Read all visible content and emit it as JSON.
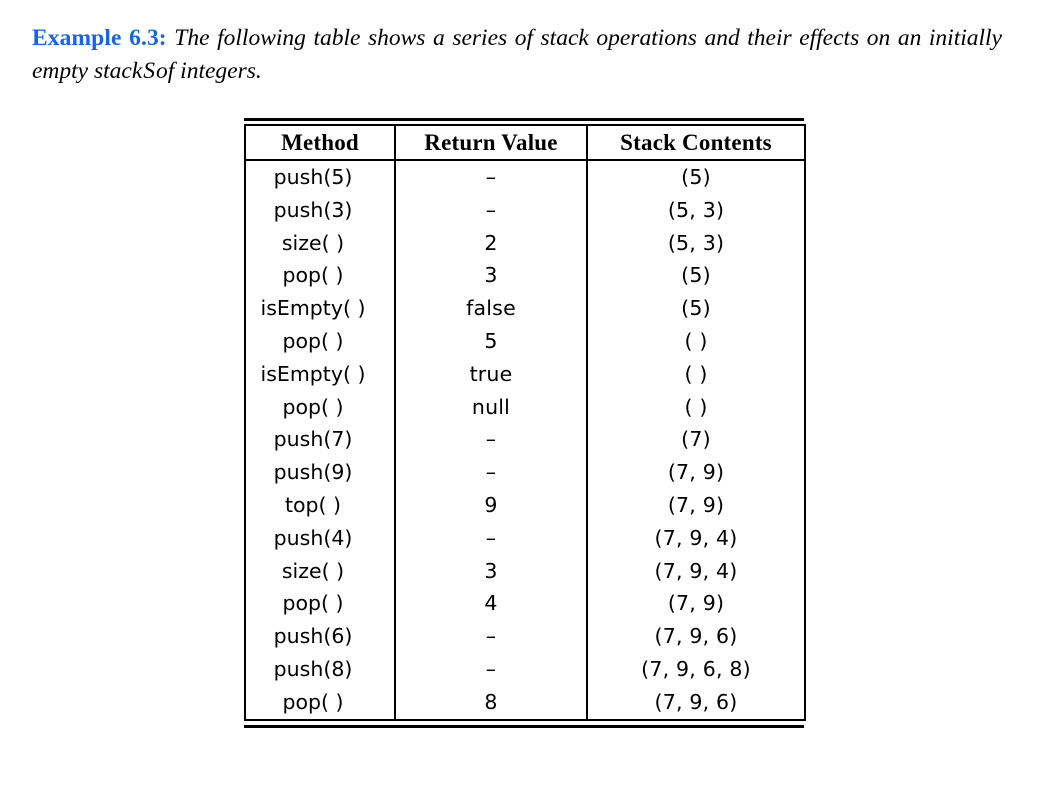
{
  "caption": {
    "lead": "Example 6.3:",
    "text_before_var": "The following table shows a series of stack operations and their effects on an initially empty stack",
    "variable": "S",
    "text_after_var": "of integers.",
    "lead_color": "#1464f0"
  },
  "table": {
    "headers": [
      "Method",
      "Return Value",
      "Stack Contents"
    ],
    "rows": [
      {
        "method": "push(5)",
        "return": "–",
        "contents": "(5)"
      },
      {
        "method": "push(3)",
        "return": "–",
        "contents": "(5, 3)"
      },
      {
        "method": "size( )",
        "return": "2",
        "contents": "(5, 3)"
      },
      {
        "method": "pop( )",
        "return": "3",
        "contents": "(5)"
      },
      {
        "method": "isEmpty( )",
        "return": "false",
        "contents": "(5)"
      },
      {
        "method": "pop( )",
        "return": "5",
        "contents": "( )"
      },
      {
        "method": "isEmpty( )",
        "return": "true",
        "contents": "( )"
      },
      {
        "method": "pop( )",
        "return": "null",
        "contents": "( )"
      },
      {
        "method": "push(7)",
        "return": "–",
        "contents": "(7)"
      },
      {
        "method": "push(9)",
        "return": "–",
        "contents": "(7, 9)"
      },
      {
        "method": "top( )",
        "return": "9",
        "contents": "(7, 9)"
      },
      {
        "method": "push(4)",
        "return": "–",
        "contents": "(7, 9, 4)"
      },
      {
        "method": "size( )",
        "return": "3",
        "contents": "(7, 9, 4)"
      },
      {
        "method": "pop( )",
        "return": "4",
        "contents": "(7, 9)"
      },
      {
        "method": "push(6)",
        "return": "–",
        "contents": "(7, 9, 6)"
      },
      {
        "method": "push(8)",
        "return": "–",
        "contents": "(7, 9, 6, 8)"
      },
      {
        "method": "pop( )",
        "return": "8",
        "contents": "(7, 9, 6)"
      }
    ]
  }
}
